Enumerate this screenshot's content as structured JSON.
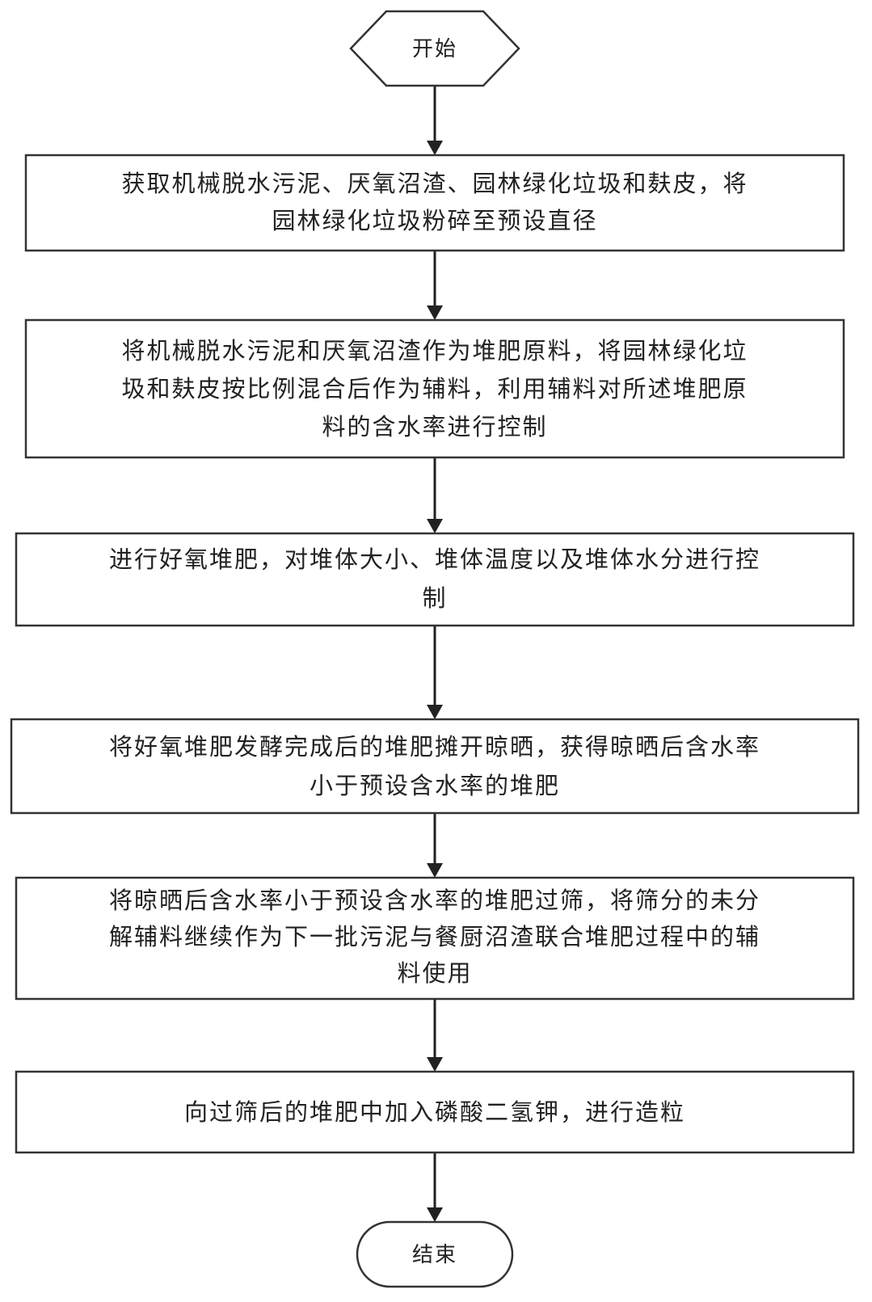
{
  "start": {
    "label": "开始"
  },
  "end": {
    "label": "结束"
  },
  "steps": [
    {
      "lines": [
        "获取机械脱水污泥、厌氧沼渣、园林绿化垃圾和麸皮，将",
        "园林绿化垃圾粉碎至预设直径"
      ]
    },
    {
      "lines": [
        "将机械脱水污泥和厌氧沼渣作为堆肥原料，将园林绿化垃",
        "圾和麸皮按比例混合后作为辅料，利用辅料对所述堆肥原",
        "料的含水率进行控制"
      ]
    },
    {
      "lines": [
        "进行好氧堆肥，对堆体大小、堆体温度以及堆体水分进行控",
        "制"
      ]
    },
    {
      "lines": [
        "将好氧堆肥发酵完成后的堆肥摊开晾晒，获得晾晒后含水率",
        "小于预设含水率的堆肥"
      ]
    },
    {
      "lines": [
        "将晾晒后含水率小于预设含水率的堆肥过筛，将筛分的未分",
        "解辅料继续作为下一批污泥与餐厨沼渣联合堆肥过程中的辅",
        "料使用"
      ]
    },
    {
      "lines": [
        "向过筛后的堆肥中加入磷酸二氢钾，进行造粒"
      ]
    }
  ]
}
